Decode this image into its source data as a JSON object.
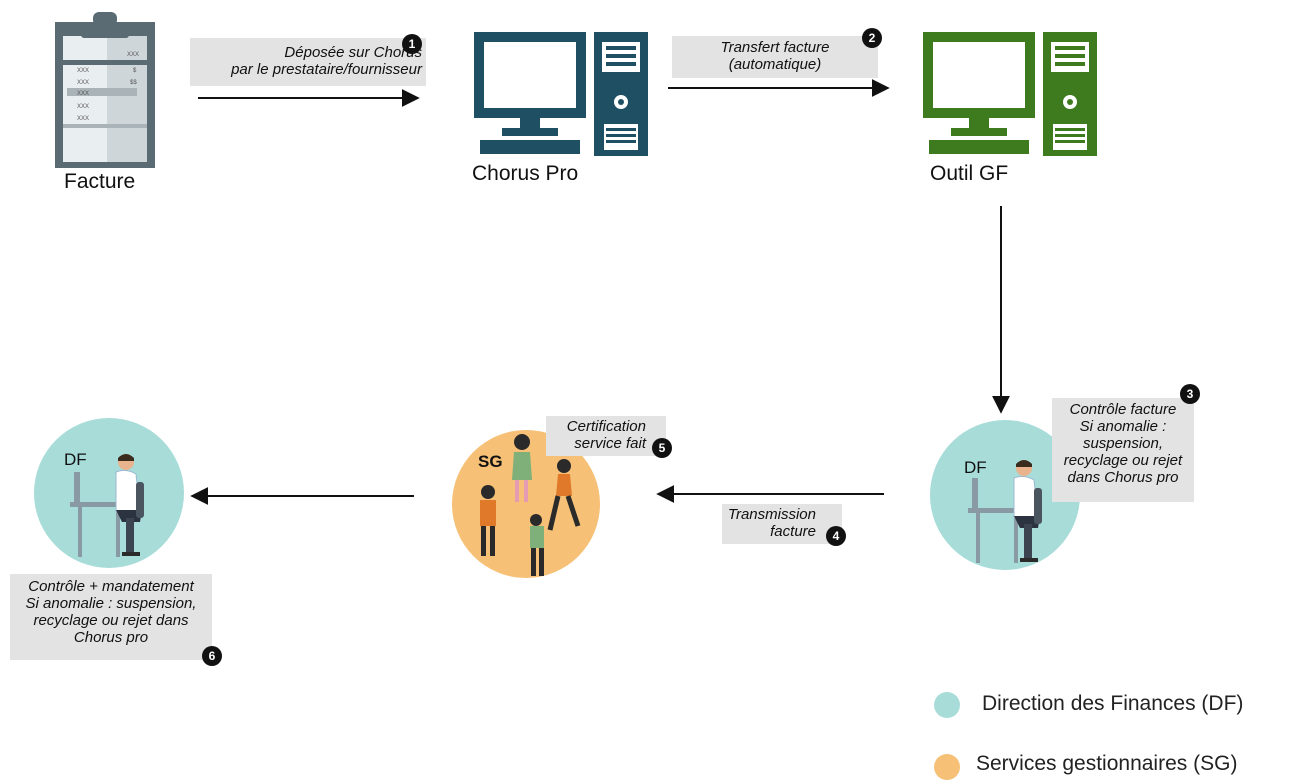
{
  "nodes": {
    "facture": "Facture",
    "chorus": "Chorus Pro",
    "outil": "Outil GF",
    "df_right": "DF",
    "df_left": "DF",
    "sg": "SG"
  },
  "invoice_doc": {
    "lines": [
      "XXX",
      "XXX",
      "$",
      "XXX",
      "$$",
      "XXX",
      "XXX",
      "XXX"
    ]
  },
  "steps": {
    "s1": {
      "number": "1",
      "line1": "Déposée sur Chorus",
      "line2": "par le prestataire/fournisseur"
    },
    "s2": {
      "number": "2",
      "line1": "Transfert facture",
      "line2": "(automatique)"
    },
    "s3": {
      "number": "3",
      "line1": "Contrôle facture",
      "line2": "Si anomalie :",
      "line3": "suspension,",
      "line4": "recyclage ou rejet",
      "line5": "dans Chorus pro"
    },
    "s4": {
      "number": "4",
      "line1": "Transmission",
      "line2": "facture"
    },
    "s5": {
      "number": "5",
      "line1": "Certification",
      "line2": "service fait"
    },
    "s6": {
      "number": "6",
      "line1": "Contrôle + mandatement",
      "line2": "Si anomalie : suspension,",
      "line3": "recyclage ou rejet dans",
      "line4": "Chorus pro"
    }
  },
  "legend": [
    {
      "label": "Direction des Finances (DF)",
      "color": "#a7dcd9"
    },
    {
      "label": "Services gestionnaires (SG)",
      "color": "#f6c077"
    }
  ],
  "colors": {
    "chorus_computer": "#1f4f63",
    "outil_computer": "#3e7b1e",
    "df_circle": "#a7dcd9",
    "sg_circle": "#f6c077"
  }
}
